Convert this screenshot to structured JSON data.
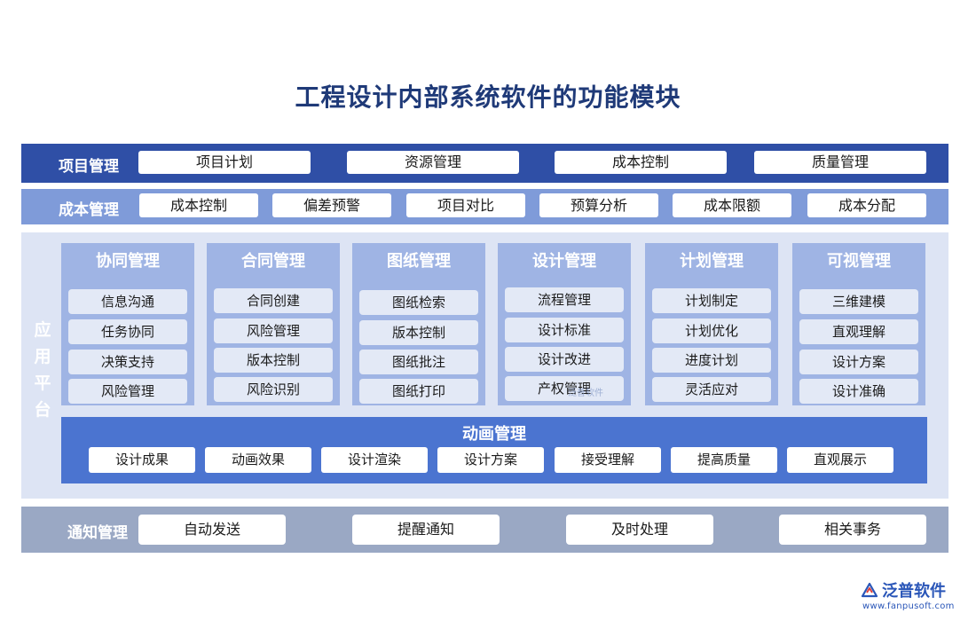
{
  "title": "工程设计内部系统软件的功能模块",
  "project": {
    "label": "项目管理",
    "items": [
      "项目计划",
      "资源管理",
      "成本控制",
      "质量管理"
    ]
  },
  "cost": {
    "label": "成本管理",
    "items": [
      "成本控制",
      "偏差预警",
      "项目对比",
      "预算分析",
      "成本限额",
      "成本分配"
    ]
  },
  "app": {
    "label": [
      "应",
      "用",
      "平",
      "台"
    ],
    "modules": [
      {
        "title": "协同管理",
        "items": [
          "信息沟通",
          "任务协同",
          "决策支持",
          "风险管理"
        ]
      },
      {
        "title": "合同管理",
        "items": [
          "合同创建",
          "风险管理",
          "版本控制",
          "风险识别"
        ]
      },
      {
        "title": "图纸管理",
        "items": [
          "图纸检索",
          "版本控制",
          "图纸批注",
          "图纸打印"
        ]
      },
      {
        "title": "设计管理",
        "items": [
          "流程管理",
          "设计标准",
          "设计改进",
          "产权管理"
        ]
      },
      {
        "title": "计划管理",
        "items": [
          "计划制定",
          "计划优化",
          "进度计划",
          "灵活应对"
        ]
      },
      {
        "title": "可视管理",
        "items": [
          "三维建模",
          "直观理解",
          "设计方案",
          "设计准确"
        ]
      }
    ],
    "animation": {
      "title": "动画管理",
      "items": [
        "设计成果",
        "动画效果",
        "设计渲染",
        "设计方案",
        "接受理解",
        "提高质量",
        "直观展示"
      ]
    }
  },
  "notify": {
    "label": "通知管理",
    "items": [
      "自动发送",
      "提醒通知",
      "及时处理",
      "相关事务"
    ]
  },
  "logo": {
    "name": "泛普软件",
    "url": "www.fanpusoft.com",
    "watermark": "泛普软件"
  },
  "colors": {
    "title": "#1f3a78",
    "project_band": "#2f4fa6",
    "cost_band": "#7f9bd9",
    "app_band": "#dde4f4",
    "module": "#9fb4e4",
    "animation": "#4b74d0",
    "notify_band": "#9aa8c4"
  }
}
